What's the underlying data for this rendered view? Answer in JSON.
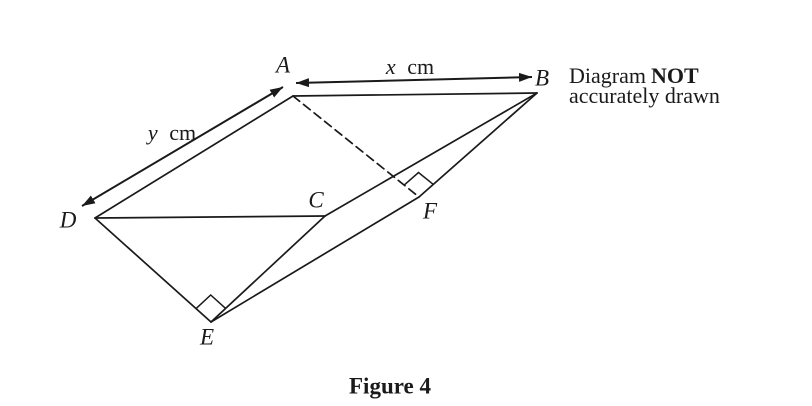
{
  "figure": {
    "points": {
      "A": "A",
      "B": "B",
      "C": "C",
      "D": "D",
      "E": "E",
      "F": "F"
    },
    "dims": {
      "x_var": "x",
      "x_unit": "cm",
      "y_var": "y",
      "y_unit": "cm"
    },
    "note": {
      "word1": "Diagram",
      "word2": "NOT",
      "line2": "accurately drawn"
    },
    "caption": "Figure 4",
    "colors": {
      "line": "#1a1a1a",
      "text": "#1a1a1a",
      "background": "#ffffff"
    }
  }
}
